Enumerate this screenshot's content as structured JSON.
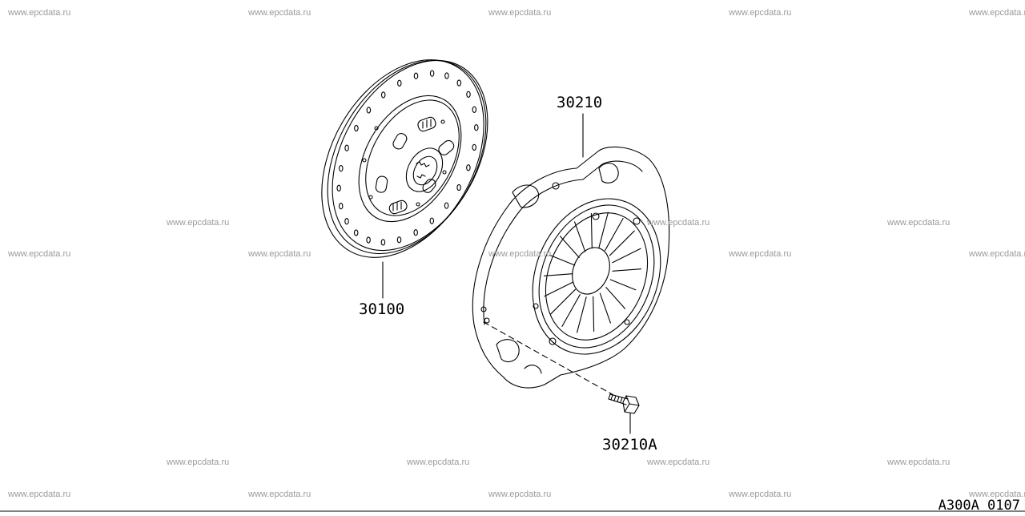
{
  "watermark": "www.epcdata.ru",
  "parts": {
    "clutch_disc": "30100",
    "clutch_cover": "30210",
    "cover_bolt": "30210A"
  },
  "figure_ref": "A300A 0107",
  "colors": {
    "line": "#000000",
    "watermark": "#9a9a9a",
    "background": "#ffffff"
  }
}
